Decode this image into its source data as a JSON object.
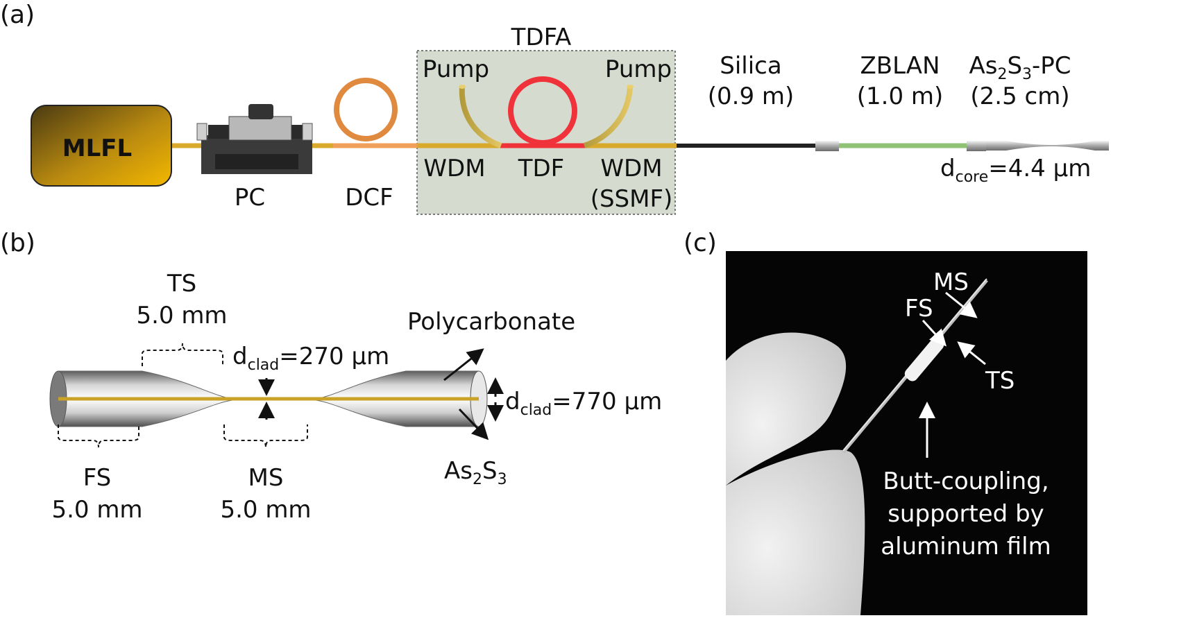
{
  "panel_a": {
    "panel_label": "(a)",
    "source": "MLFL",
    "pc": "PC",
    "dcf": "DCF",
    "tdfa": "TDFA",
    "pump_left": "Pump",
    "pump_right": "Pump",
    "wdm_left": "WDM",
    "tdf": "TDF",
    "wdm_right": "WDM",
    "wdm_right_sub": "(SSMF)",
    "silica_name": "Silica",
    "silica_len": "(0.9 m)",
    "zblan_name": "ZBLAN",
    "zblan_len": "(1.0 m)",
    "aspc_name_main": "As",
    "aspc_sub1": "2",
    "aspc_mid": "S",
    "aspc_sub2": "3",
    "aspc_suffix": "-PC",
    "aspc_len": "(2.5 cm)",
    "dcore_prefix": "d",
    "dcore_sub": "core",
    "dcore_value": "=4.4 μm"
  },
  "panel_b": {
    "panel_label": "(b)",
    "ts_name": "TS",
    "ts_len": "5.0 mm",
    "fs_name": "FS",
    "fs_len": "5.0 mm",
    "ms_name": "MS",
    "ms_len": "5.0 mm",
    "dclad_waist_prefix": "d",
    "dclad_waist_sub": "clad",
    "dclad_waist_value": "=270 μm",
    "dclad_full_prefix": "d",
    "dclad_full_sub": "clad",
    "dclad_full_value": "=770 μm",
    "polycarbonate": "Polycarbonate",
    "as2s3_main": "As",
    "as2s3_sub1": "2",
    "as2s3_mid": "S",
    "as2s3_sub2": "3"
  },
  "panel_c": {
    "panel_label": "(c)",
    "ms": "MS",
    "fs": "FS",
    "ts": "TS",
    "butt_line1": "Butt-coupling,",
    "butt_line2": "supported by",
    "butt_line3": "aluminum film"
  }
}
